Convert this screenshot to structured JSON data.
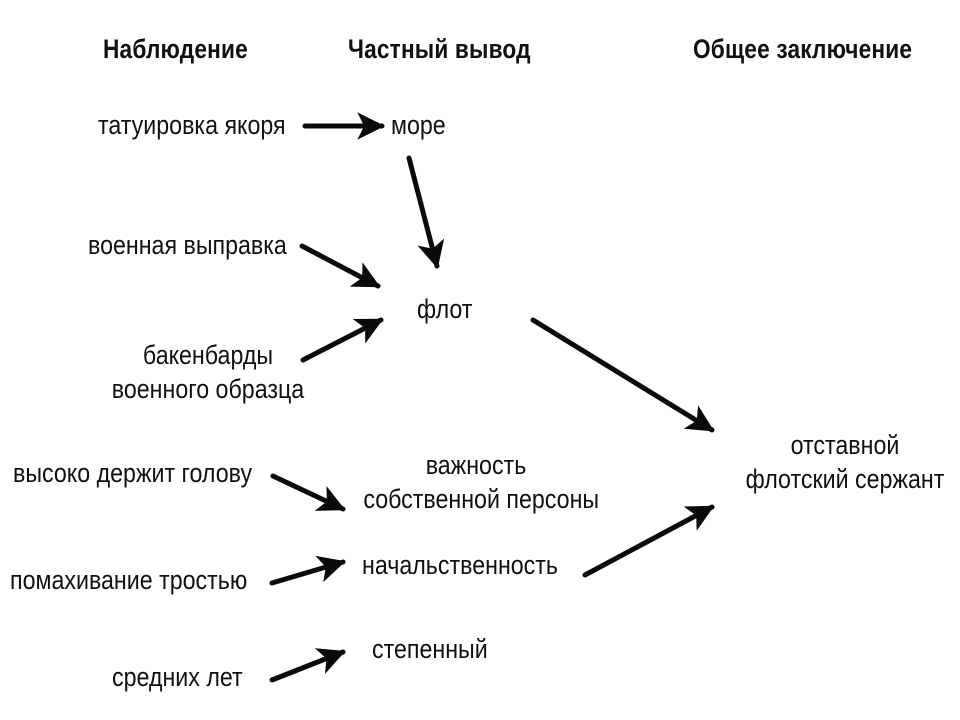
{
  "headers": {
    "observation": "Наблюдение",
    "partial": "Частный вывод",
    "general": "Общее заключение"
  },
  "observations": {
    "anchor_tattoo": "татуировка якоря",
    "military_bearing": "военная выправка",
    "sideburns_line1": "бакенбарды",
    "sideburns_line2": "военного образца",
    "head_high": "высоко держит голову",
    "cane_waving": "помахивание тростью",
    "middle_aged": "средних лет"
  },
  "partial": {
    "sea": "море",
    "fleet": "флот",
    "importance_line1": "важность",
    "importance_line2": "собственной персоны",
    "authority": "начальственность",
    "sedate": "степенный"
  },
  "conclusion": {
    "line1": "отставной",
    "line2": "флотский сержант"
  },
  "arrow_color": "#0a0a0a",
  "edges": [
    [
      "anchor_tattoo",
      "sea"
    ],
    [
      "sea",
      "fleet"
    ],
    [
      "military_bearing",
      "fleet"
    ],
    [
      "sideburns",
      "fleet"
    ],
    [
      "fleet",
      "conclusion"
    ],
    [
      "head_high",
      "importance"
    ],
    [
      "cane_waving",
      "authority"
    ],
    [
      "middle_aged",
      "sedate"
    ],
    [
      "authority",
      "conclusion"
    ]
  ]
}
